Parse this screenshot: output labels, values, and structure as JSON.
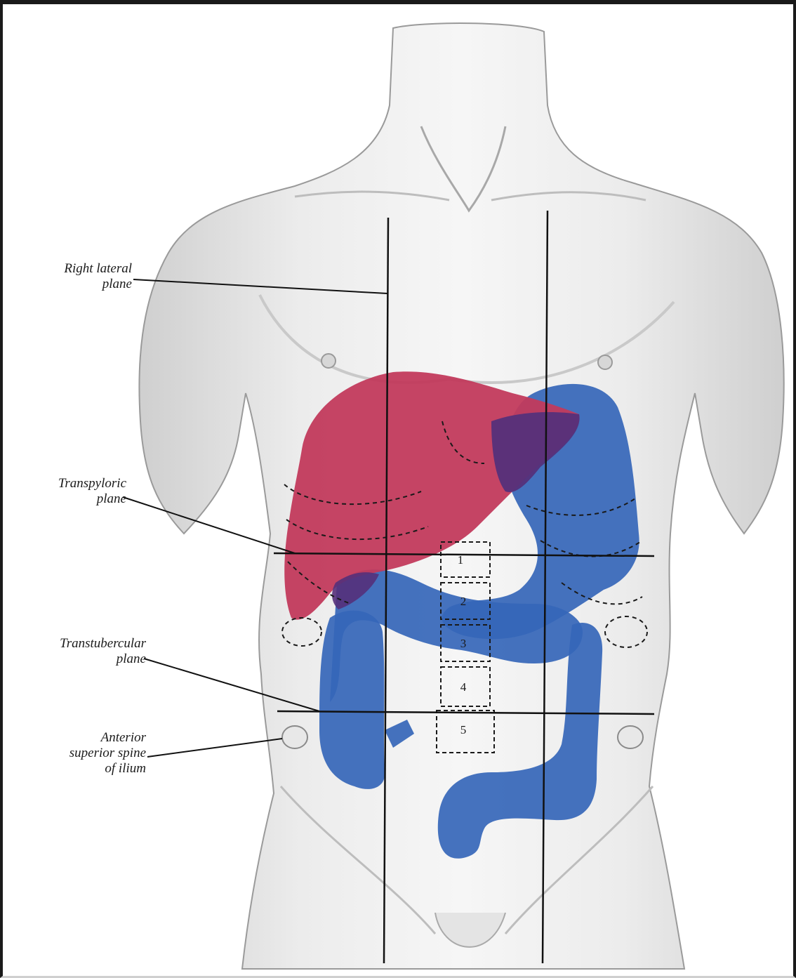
{
  "labels": {
    "right_lateral_plane": [
      "Right lateral",
      "plane"
    ],
    "transpyloric_plane": [
      "Transpyloric",
      "plane"
    ],
    "transtubercular_plane": [
      "Transtubercular",
      "plane"
    ],
    "anterior_superior_spine": [
      "Anterior",
      "superior spine",
      "of ilium"
    ]
  },
  "vertebrae": [
    "1",
    "2",
    "3",
    "4",
    "5"
  ],
  "colors": {
    "liver": "#c23a5c",
    "intestine": "#3566b8",
    "overlap": "#55307a",
    "skin_shade": "#d9d9d9",
    "line": "#111111"
  }
}
